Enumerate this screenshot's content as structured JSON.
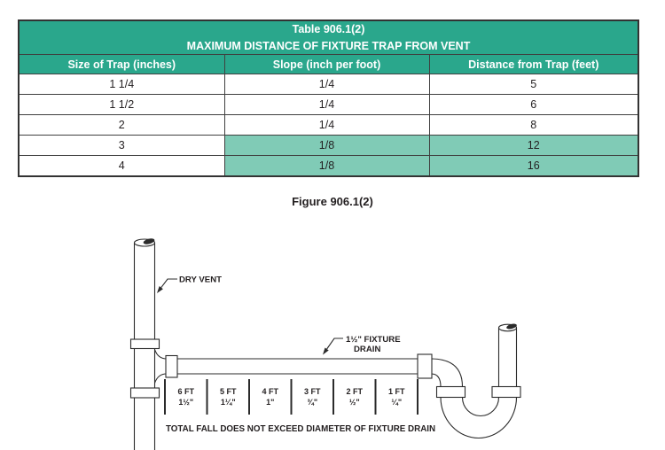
{
  "colors": {
    "header_bg": "#2aa78c",
    "header_text": "#ffffff",
    "highlight_bg": "#80cbb6",
    "table_border": "#3f3f3f",
    "text": "#231f20",
    "line": "#2b2b2b"
  },
  "table": {
    "title_line1": "Table 906.1(2)",
    "title_line2": "MAXIMUM DISTANCE OF FIXTURE TRAP FROM VENT",
    "columns": [
      "Size of Trap (inches)",
      "Slope (inch per foot)",
      "Distance from Trap (feet)"
    ],
    "rows": [
      {
        "size": "1 1/4",
        "slope": "1/4",
        "distance": "5",
        "highlight": false
      },
      {
        "size": "1 1/2",
        "slope": "1/4",
        "distance": "6",
        "highlight": false
      },
      {
        "size": "2",
        "slope": "1/4",
        "distance": "8",
        "highlight": false
      },
      {
        "size": "3",
        "slope": "1/8",
        "distance": "12",
        "highlight": true
      },
      {
        "size": "4",
        "slope": "1/8",
        "distance": "16",
        "highlight": true
      }
    ]
  },
  "figure": {
    "caption": "Figure 906.1(2)",
    "dry_vent_label": "DRY VENT",
    "fixture_drain_label_line1": "1½\" FIXTURE",
    "fixture_drain_label_line2": "DRAIN",
    "total_fall_note": "TOTAL FALL DOES NOT EXCEED DIAMETER OF FIXTURE DRAIN",
    "segments": [
      {
        "feet": "6 FT",
        "size": "1½\""
      },
      {
        "feet": "5 FT",
        "size": "1¼\""
      },
      {
        "feet": "4 FT",
        "size": "1\""
      },
      {
        "feet": "3 FT",
        "size": "¾\""
      },
      {
        "feet": "2 FT",
        "size": "½\""
      },
      {
        "feet": "1 FT",
        "size": "¼\""
      }
    ]
  }
}
